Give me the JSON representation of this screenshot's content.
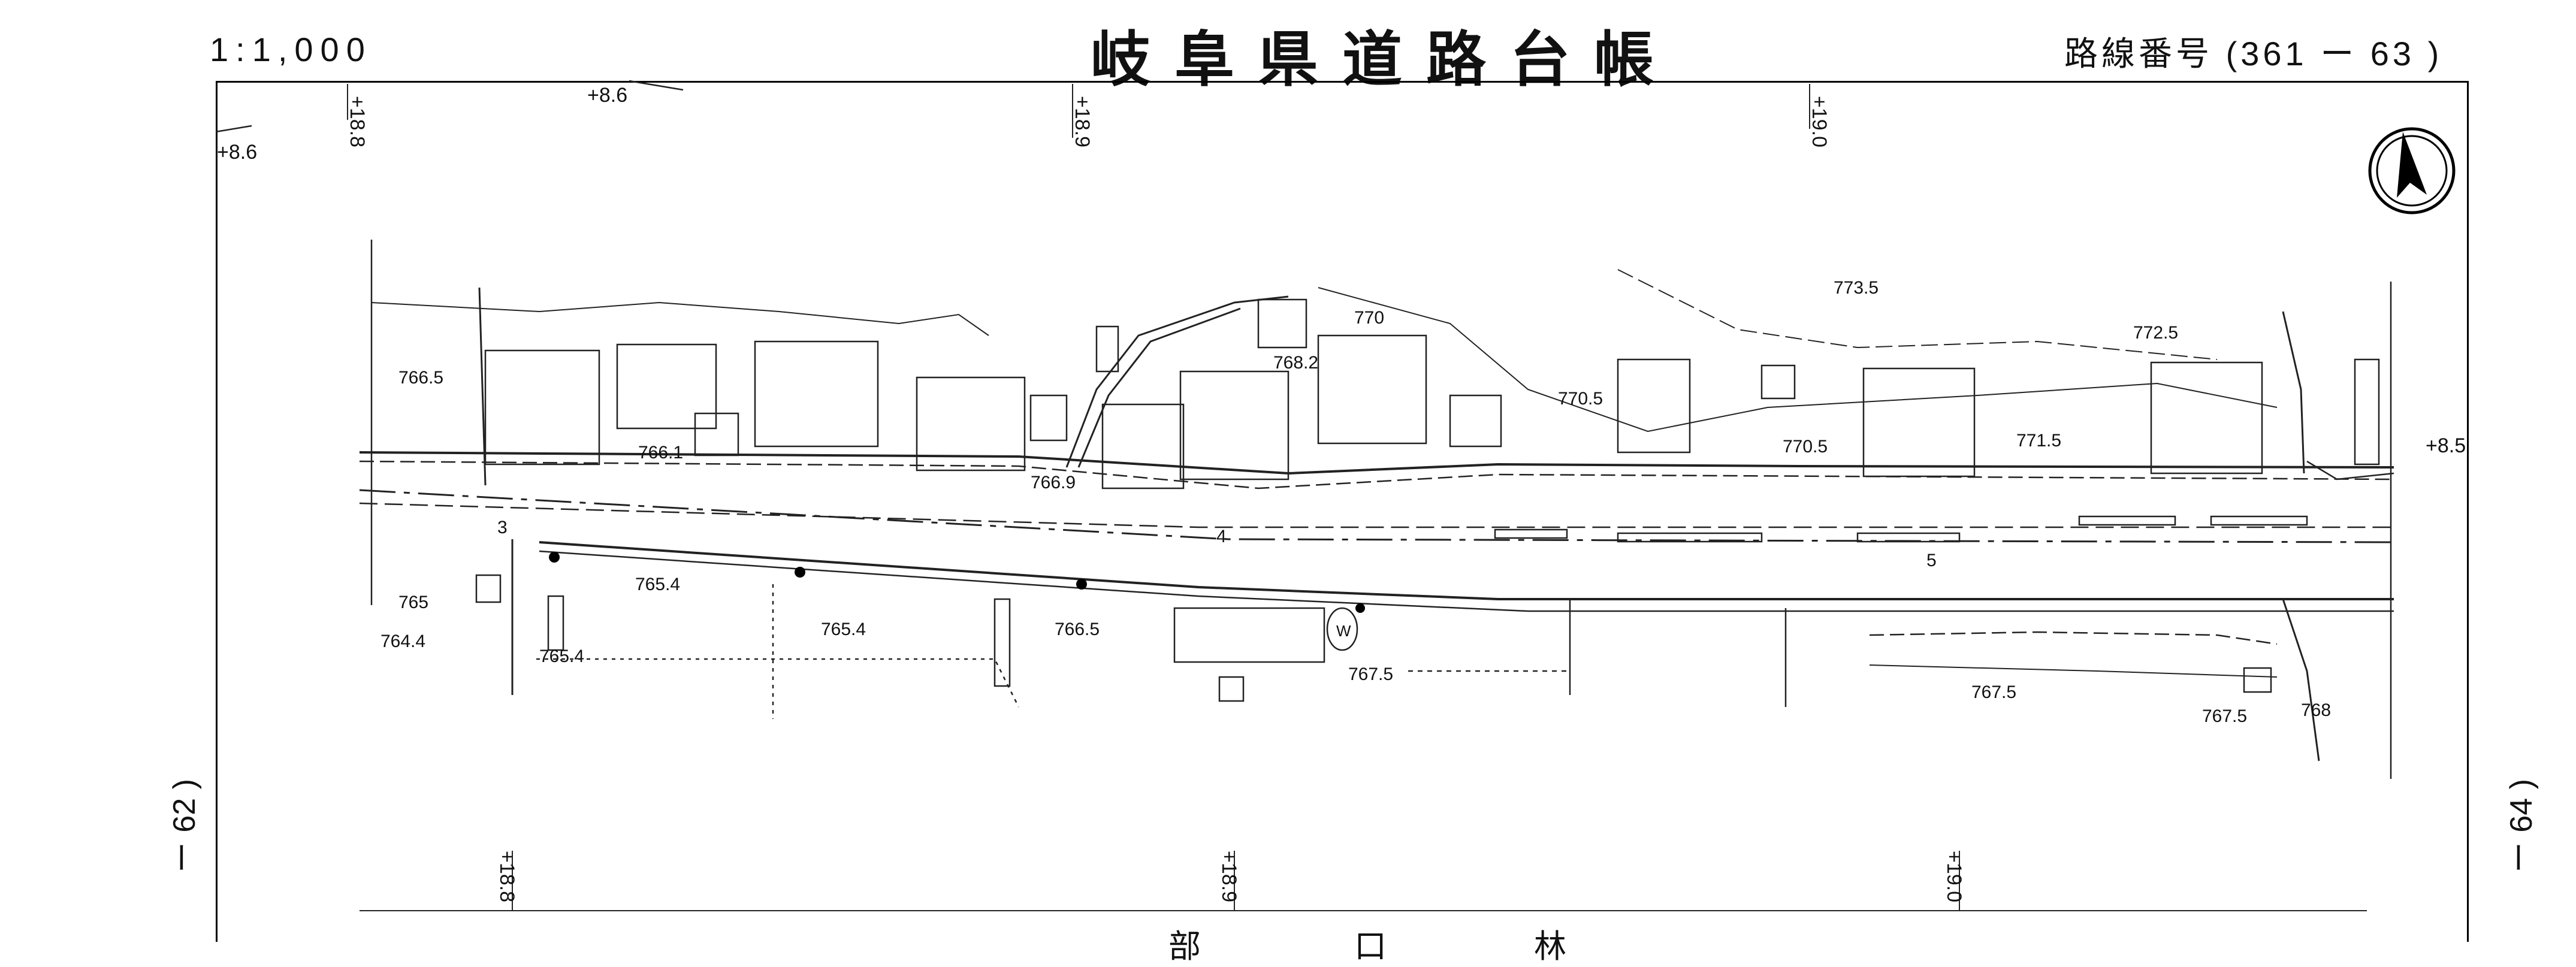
{
  "header": {
    "scale": "1:1,000",
    "title": "岐阜県道路台帳",
    "route_label": "路線番号",
    "route_number": "(361 ー 63 )"
  },
  "adjacent_sheets": {
    "left": "ー 62 )",
    "right": "ー 64 )"
  },
  "chainage_marks": {
    "top": [
      "+18.8",
      "+18.9",
      "+19.0"
    ],
    "bottom": [
      "+18.8",
      "+18.9",
      "+19.0"
    ],
    "edge": [
      "+8.6",
      "+8.6",
      "+8.5"
    ]
  },
  "elevations": [
    "766.5",
    "766.1",
    "766.9",
    "768.2",
    "770",
    "770.5",
    "770.5",
    "773.5",
    "772.5",
    "771.5",
    "765",
    "765.4",
    "764.4",
    "765.4",
    "765.4",
    "766.5",
    "767.5",
    "767.5",
    "767.5",
    "768"
  ],
  "section_numbers": [
    "3",
    "4",
    "5"
  ],
  "symbols": {
    "well_marker": "W",
    "north_arrow": "north-arrow"
  },
  "bottom_text": [
    "部",
    "口",
    "林"
  ]
}
